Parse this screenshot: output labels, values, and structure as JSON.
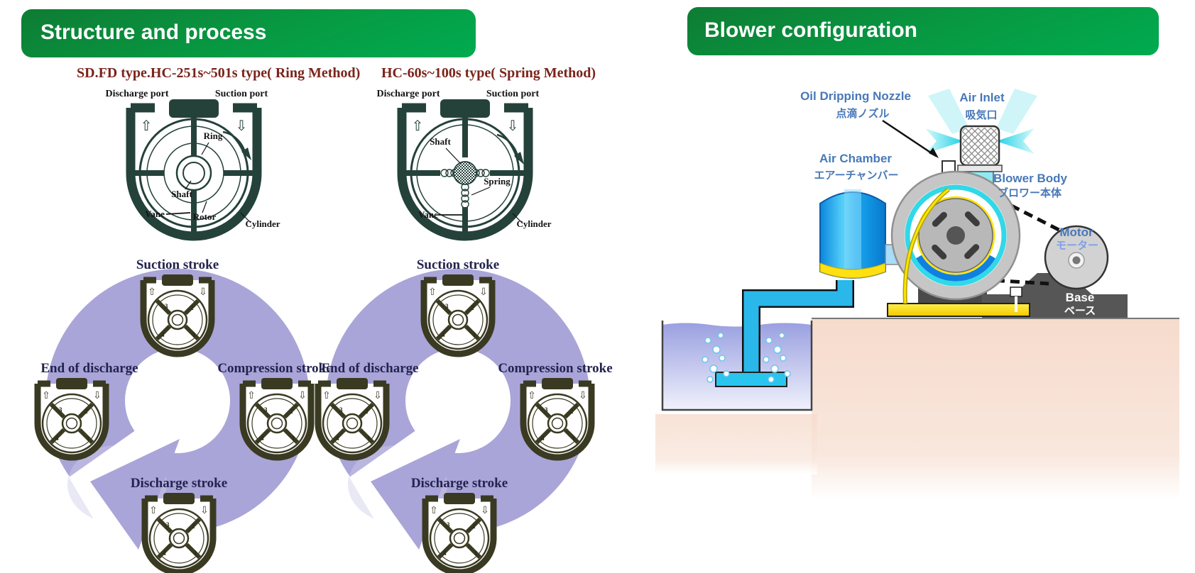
{
  "structure_panel": {
    "banner": "Structure and process",
    "ring_method": {
      "title": "SD.FD type.HC-251s~501s type( Ring Method)",
      "labels": {
        "discharge_port": "Discharge port",
        "suction_port": "Suction port",
        "ring": "Ring",
        "shaft": "Shaft",
        "vane": "Vane",
        "rotor": "Rotor",
        "cylinder": "Cylinder"
      }
    },
    "spring_method": {
      "title": "HC-60s~100s type( Spring Method)",
      "labels": {
        "discharge_port": "Discharge port",
        "suction_port": "Suction port",
        "shaft": "Shaft",
        "spring": "Spring",
        "vane": "Vane",
        "cylinder": "Cylinder"
      }
    },
    "cycle": {
      "top": "Suction stroke",
      "right": "Compression stroke",
      "bottom": "Discharge stroke",
      "left": "End of discharge",
      "numbers": [
        "1",
        "2",
        "3",
        "4"
      ]
    },
    "icons": {
      "discharge_arrow": "⇧",
      "suction_arrow": "⇩"
    }
  },
  "blower_panel": {
    "banner": "Blower configuration",
    "labels": {
      "oil_nozzle_en": "Oil Dripping Nozzle",
      "oil_nozzle_jp": "点滴ノズル",
      "air_inlet_en": "Air Inlet",
      "air_inlet_jp": "吸気口",
      "air_chamber_en": "Air Chamber",
      "air_chamber_jp": "エアーチャンバー",
      "blower_body_en": "Blower Body",
      "blower_body_jp": "ブロワー本体",
      "motor_en": "Motor",
      "motor_jp": "モーター",
      "base_en": "Base",
      "base_jp": "ベース"
    }
  },
  "colors": {
    "banner_green_dark": "#0e7c33",
    "banner_green_light": "#00ab4f",
    "title_maroon": "#7a241c",
    "stroke_label_navy": "#23234e",
    "cycle_purple": "#a9a5d8",
    "housing_teal": "#24423a",
    "mini_housing_olive": "#3a3a22",
    "label_blue": "#4878b8",
    "label_blue_light": "#7f9fe8",
    "tank_blue": "#18a8f0",
    "pipe_cyan": "#2ab8ea",
    "oil_yellow": "#ffe400",
    "ground_peach": "#f6dbcc",
    "base_gray": "#565656",
    "water_purple": "#9aa0e0"
  }
}
